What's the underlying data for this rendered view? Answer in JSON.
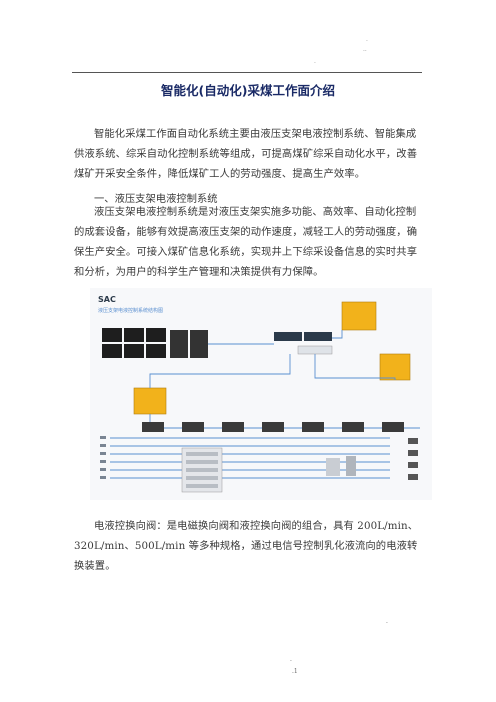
{
  "header_marks": [
    ".",
    "..",
    "."
  ],
  "title": "智能化(自动化)采煤工作面介绍",
  "intro": "智能化采煤工作面自动化系统主要由液压支架电液控制系统、智能集成供液系统、综采自动化控制系统等组成，可提高煤矿综采自动化水平，改善煤矿开采安全条件，降低煤矿工人的劳动强度、提高生产效率。",
  "section1": {
    "heading": "一、液压支架电液控制系统",
    "body": "液压支架电液控制系统是对液压支架实施多功能、高效率、自动化控制的成套设备，能够有效提高液压支架的动作速度，减轻工人的劳动强度，确保生产安全。可接入煤矿信息化系统，实现井上下综采设备信息的实时共享和分析，为用户的科学生产管理和决策提供有力保障。"
  },
  "figure": {
    "brand": "SAC",
    "subtitle": "液压支架电液控制系统结构图",
    "colors": {
      "accent": "#f2b21b",
      "line": "#5a8fd0",
      "panel": "#2b3a4a",
      "dark": "#1e1e1e"
    }
  },
  "section2": {
    "body": "电液控换向阀：是电磁换向阀和液控换向阀的组合，具有 200L/min、320L/min、500L/min 等多种规格，通过电信号控制乳化液流向的电液转换装置。"
  },
  "footer_marks": [
    ".",
    ".",
    ".1"
  ]
}
